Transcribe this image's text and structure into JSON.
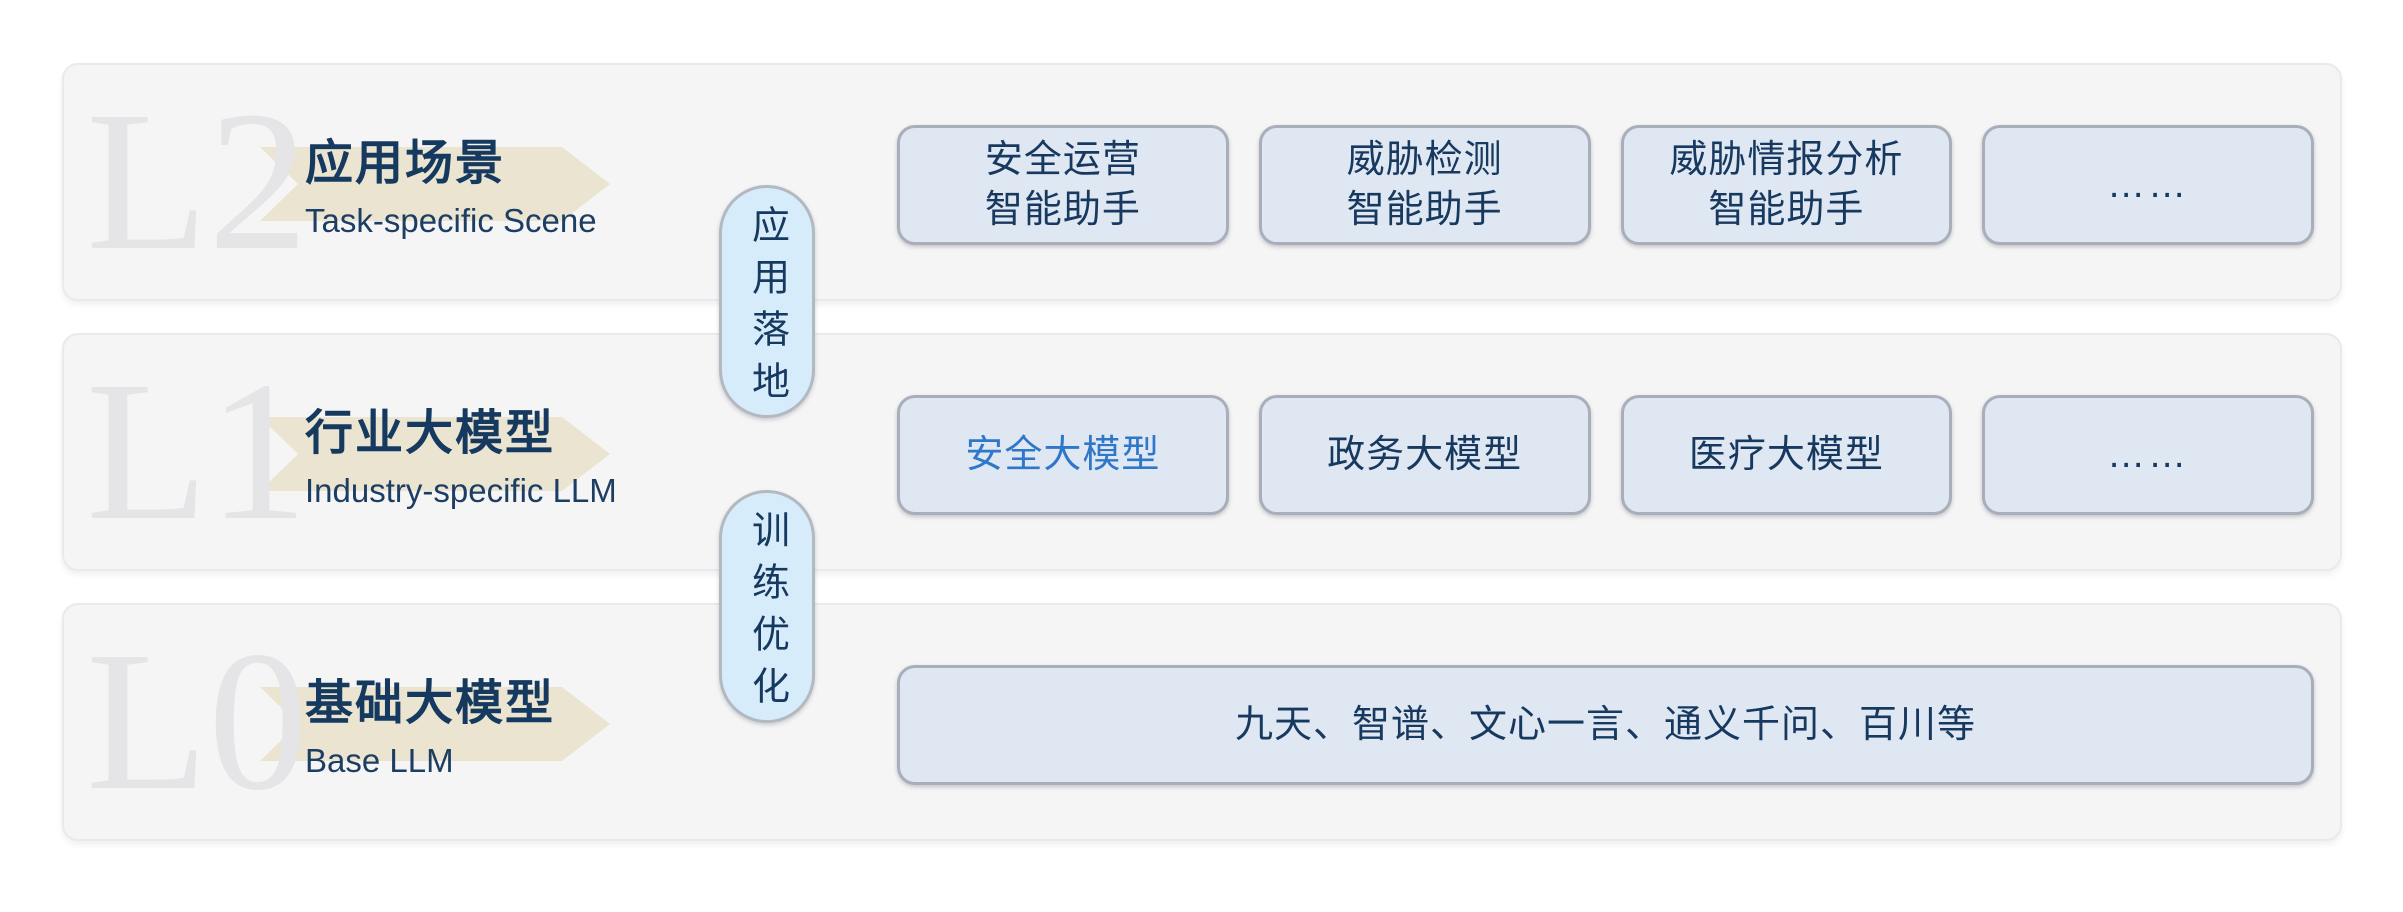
{
  "colors": {
    "page_bg": "#ffffff",
    "panel_bg": "#f6f5f6",
    "banner_beige": "#eae4d1",
    "chip_bg": "#dfe7f3",
    "chip_border": "#a9afba",
    "pill_bg": "#d7ecfb",
    "pill_border": "#b3b9c1",
    "navy_text": "#17395f",
    "highlight_blue": "#2f77c8",
    "watermark_gray": "#e5e4e7"
  },
  "layers": [
    {
      "watermark": "L2",
      "title": "应用场景",
      "subtitle": "Task-specific Scene",
      "boxes": [
        {
          "line1": "安全运营",
          "line2": "智能助手"
        },
        {
          "line1": "威胁检测",
          "line2": "智能助手"
        },
        {
          "line1": "威胁情报分析",
          "line2": "智能助手"
        },
        {
          "label": "……"
        }
      ]
    },
    {
      "watermark": "L1",
      "title": "行业大模型",
      "subtitle": "Industry-specific LLM",
      "boxes": [
        {
          "label": "安全大模型",
          "highlight": true
        },
        {
          "label": "政务大模型"
        },
        {
          "label": "医疗大模型"
        },
        {
          "label": "……"
        }
      ]
    },
    {
      "watermark": "L0",
      "title": "基础大模型",
      "subtitle": "Base LLM",
      "box": "九天、智谱、文心一言、通义千问、百川等"
    }
  ],
  "connectors": [
    {
      "label": "应用落地"
    },
    {
      "label": "训练优化"
    }
  ]
}
